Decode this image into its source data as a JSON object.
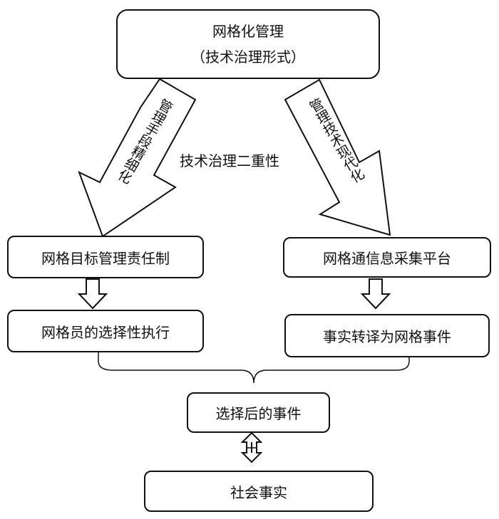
{
  "top_node": {
    "line1": "网格化管理",
    "line2": "（技术治理形式）"
  },
  "left_arrow_text": "管理手段精细化",
  "right_arrow_text": "管理技术现代化",
  "center_label": "技术治理二重性",
  "left_branch": {
    "box1": "网格目标管理责任制",
    "box2": "网格员的选择性执行"
  },
  "right_branch": {
    "box1": "网格通信息采集平台",
    "box2": "事实转译为网格事件"
  },
  "merged_node": "选择后的事件",
  "bottom_node": "社会事实",
  "colors": {
    "stroke": "#111111",
    "fill": "#ffffff",
    "text": "#111111"
  }
}
